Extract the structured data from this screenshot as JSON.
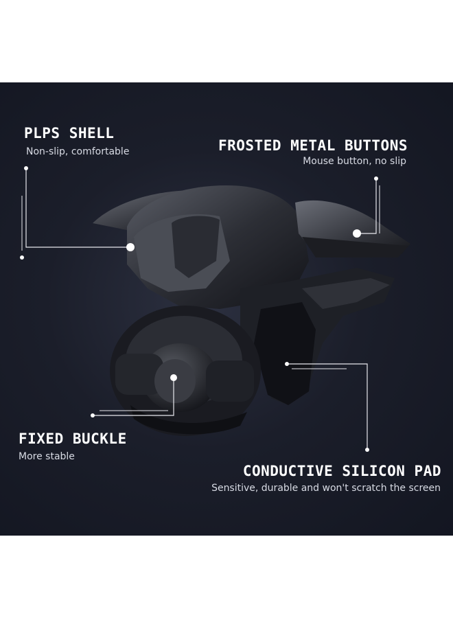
{
  "colors": {
    "background": "#181b26",
    "text": "#ffffff",
    "line": "#e8e8ee"
  },
  "callouts": {
    "plps": {
      "title": "PLPS SHELL",
      "subtitle": "Non-slip, comfortable"
    },
    "buttons": {
      "title": "FROSTED METAL BUTTONS",
      "subtitle": "Mouse button, no slip"
    },
    "buckle": {
      "title": "FIXED BUCKLE",
      "subtitle": "More stable"
    },
    "pad": {
      "title": "CONDUCTIVE SILICON PAD",
      "subtitle": "Sensitive, durable and won't scratch the screen"
    }
  }
}
